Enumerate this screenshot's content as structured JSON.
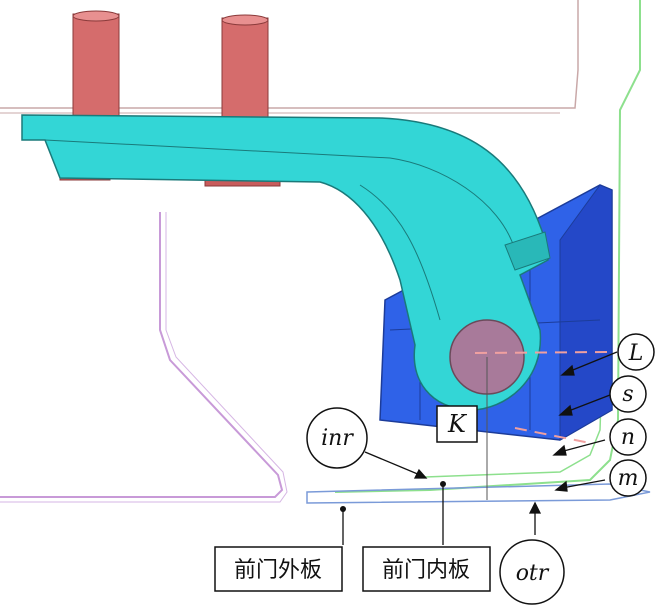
{
  "labels": {
    "L": "L",
    "s": "s",
    "n": "n",
    "m": "m",
    "K": "K",
    "inr": "inr",
    "otr": "otr",
    "front_outer_panel": "前门外板",
    "front_inner_panel": "前门内板"
  },
  "colors": {
    "bolt": "#d56c6c",
    "arm": "#33d6d6",
    "hinge_body": "#2f62e8",
    "pivot": "#a87a9a",
    "green_line": "#8de08d",
    "pink_line": "#c9a8a8",
    "purple_line": "#c89ad8",
    "blue_line": "#7a9ad8",
    "dash": "#f0a0a0"
  }
}
